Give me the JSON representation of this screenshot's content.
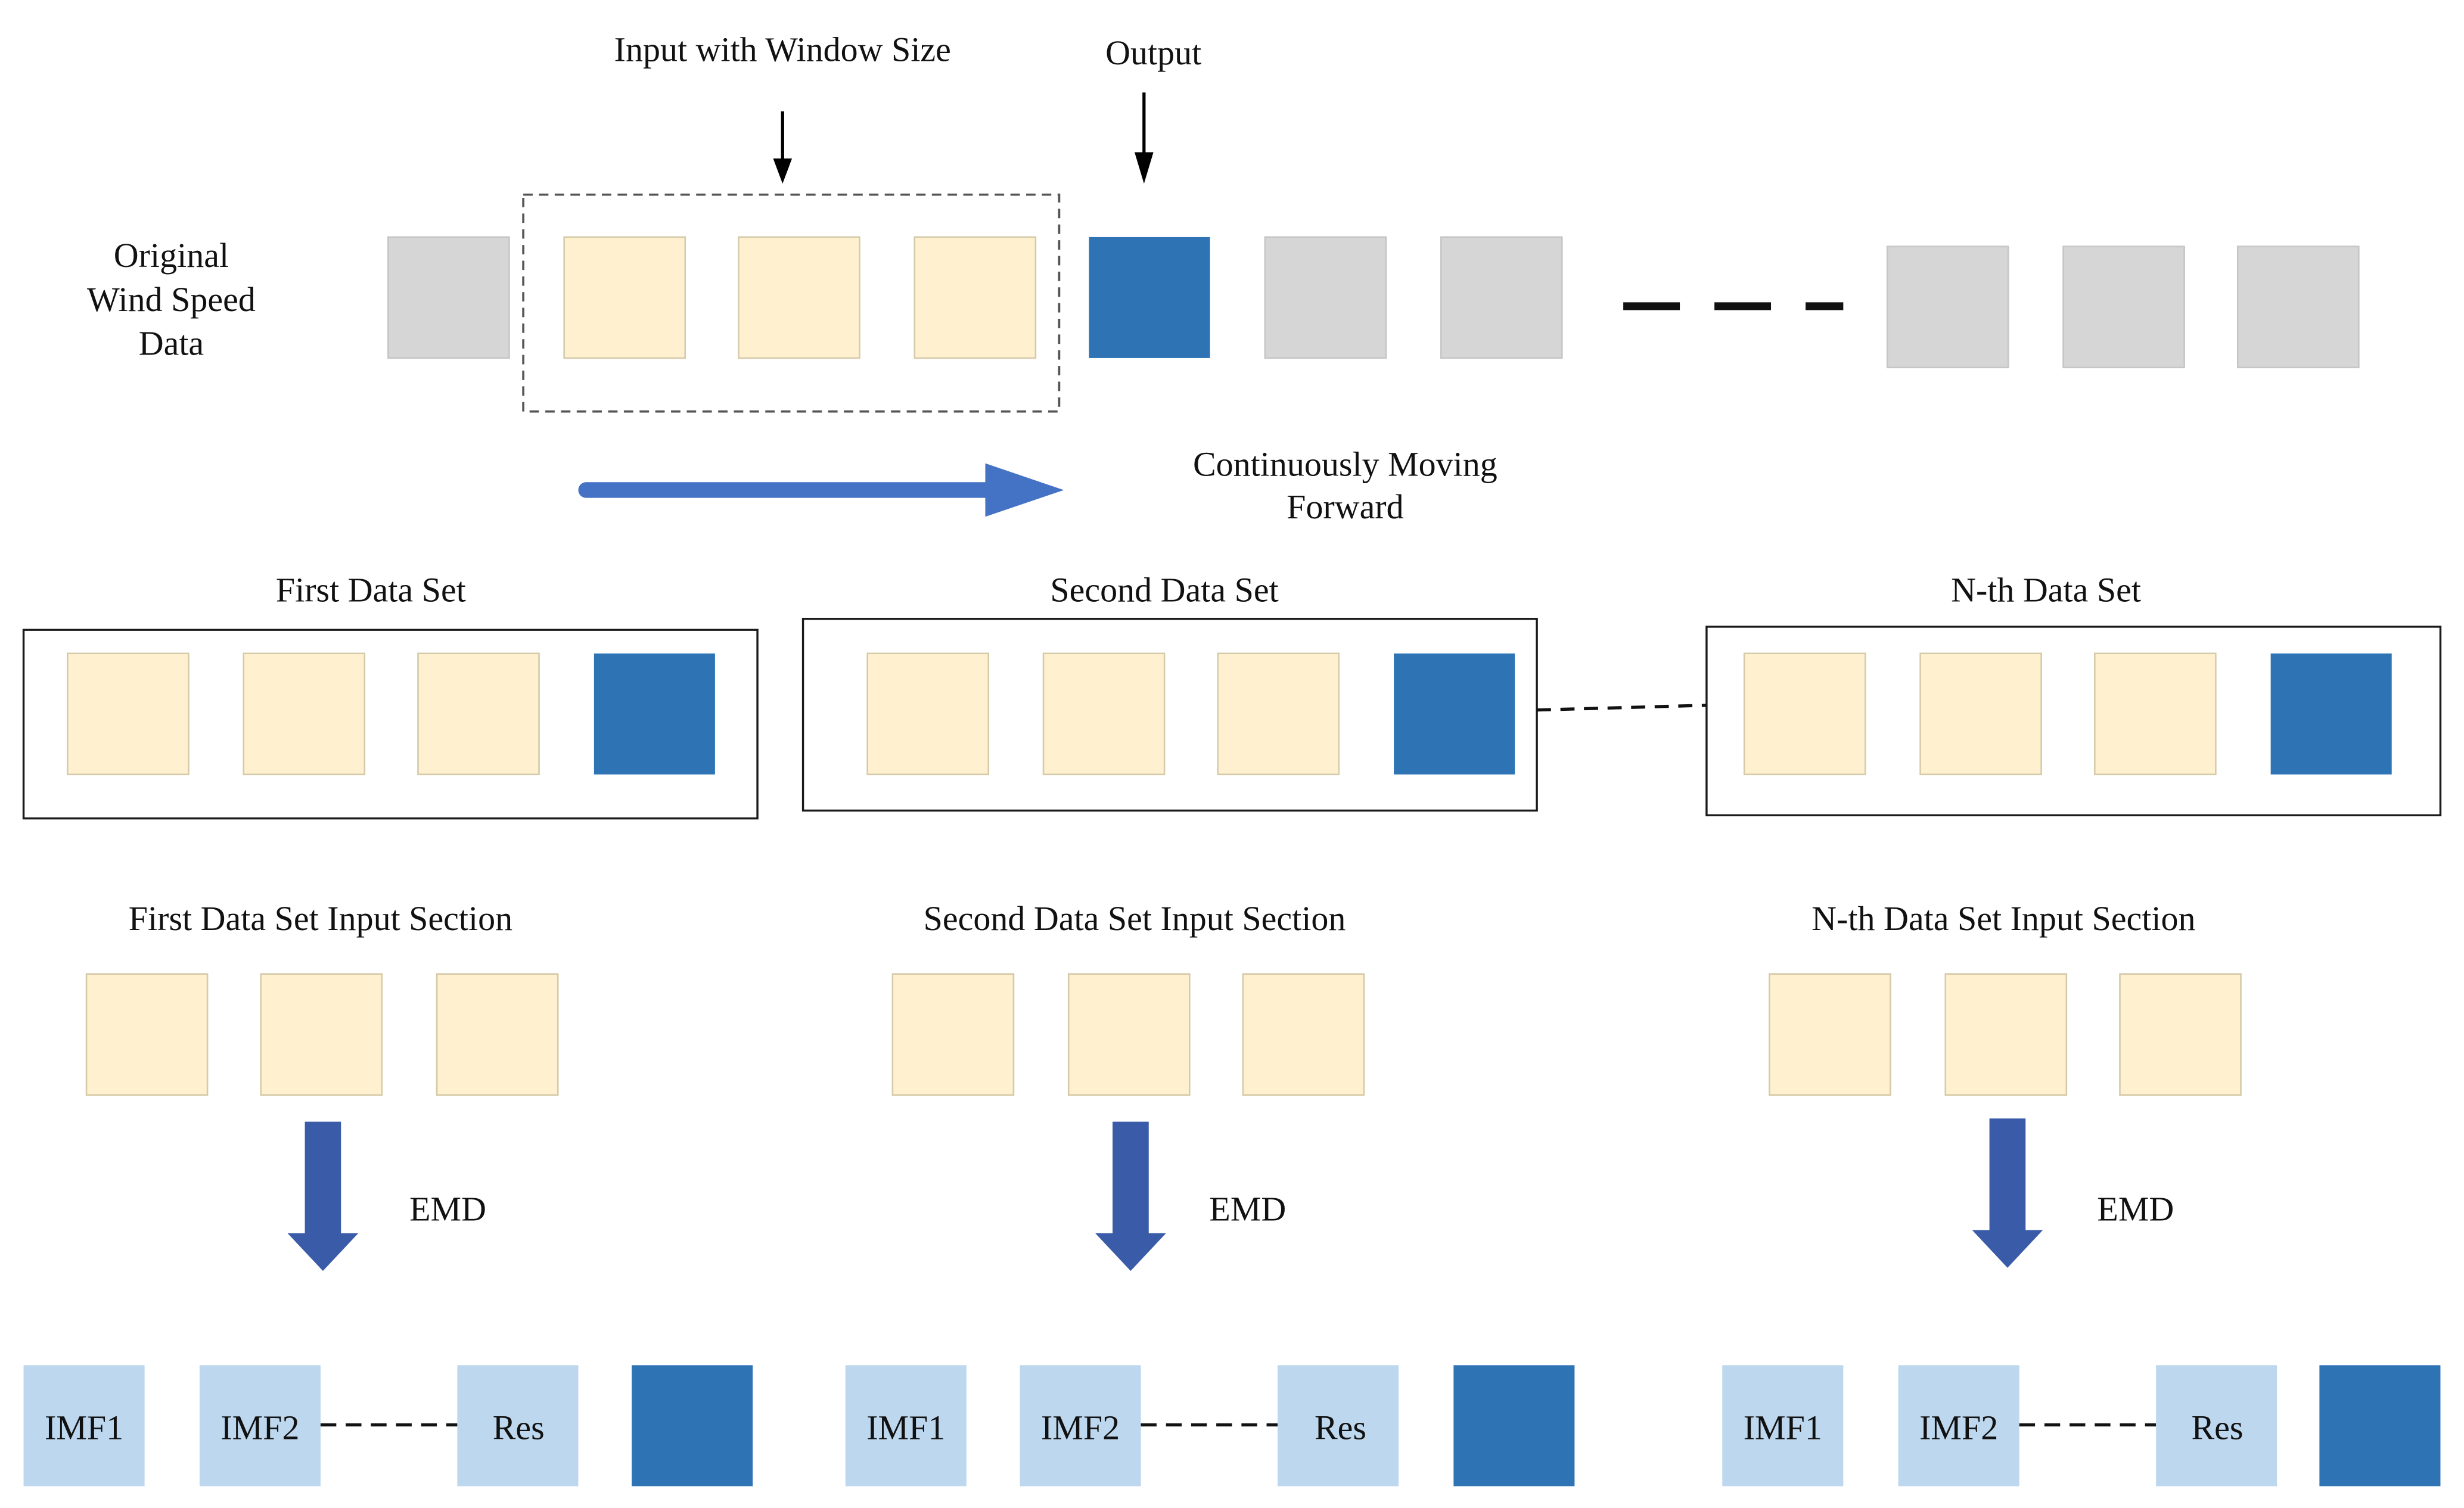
{
  "title": {
    "input_window": "Input with Window Size",
    "output": "Output"
  },
  "series_label": {
    "line1": "Original",
    "line2": "Wind Speed",
    "line3": "Data"
  },
  "moving": {
    "line1": "Continuously Moving",
    "line2": "Forward"
  },
  "datasets": [
    {
      "label": "First Data Set",
      "input_section": "First Data Set Input Section"
    },
    {
      "label": "Second Data Set",
      "input_section": "Second Data Set Input Section"
    },
    {
      "label": "N-th Data Set",
      "input_section": "N-th Data Set Input Section"
    }
  ],
  "decomposition": {
    "method": "EMD",
    "components": [
      "IMF1",
      "IMF2",
      "Res"
    ]
  },
  "colors": {
    "input_tile": "#fff1cf",
    "output_tile": "#2e74b5",
    "unused_tile": "#d6d6d6",
    "component_tile": "#bdd7ee",
    "arrow_blue": "#4472c4",
    "emd_arrow": "#3a5ba8"
  }
}
